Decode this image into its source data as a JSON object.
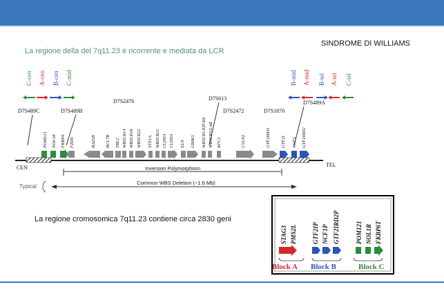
{
  "subtitle": "La regione della del 7q11.23 è ricorrente e mediata da LCR",
  "title": "SINDROME DI WILLIAMS",
  "caption": "La regione cromosomica 7q11.23 contiene circa 2830 geni",
  "lcr_left": [
    {
      "label": "C-cen",
      "color": "#2e8b3a"
    },
    {
      "label": "A-cen",
      "color": "#d42a2a"
    },
    {
      "label": "B-cen",
      "color": "#2b54b8"
    },
    {
      "label": "C-mid",
      "color": "#2e8b3a"
    }
  ],
  "lcr_right": [
    {
      "label": "B-mid",
      "color": "#2b54b8"
    },
    {
      "label": "A-mid",
      "color": "#d42a2a"
    },
    {
      "label": "B-tel",
      "color": "#2b54b8"
    },
    {
      "label": "A-tel",
      "color": "#d42a2a"
    },
    {
      "label": "C-tel",
      "color": "#2e8b3a"
    }
  ],
  "markers": [
    "D7S489C",
    "D7S489B",
    "D7S2476",
    "D7S613",
    "D7S2472",
    "D7S1870",
    "D7S489A"
  ],
  "genes": [
    "POM121",
    "NOL1R",
    "FKBP6",
    "FZD9",
    "BAZ1B",
    "BCL7B",
    "TBL2",
    "WBSCR14",
    "WBSCR18",
    "WBSCR22",
    "STX1A",
    "WBSCR21",
    "CLDN3",
    "CLDN4",
    "ELN",
    "LIMK1",
    "WBSCR1/EIF4H",
    "WBSCR5/LAB",
    "RFC2",
    "CYLN2",
    "GTF2IRD1",
    "GTF2I",
    "NCF1",
    "GTF2IRD2"
  ],
  "axis": {
    "cen": "CEN",
    "tel": "TEL"
  },
  "inversion_label": "Inversion Polymorphism",
  "deletion_label": "Common WBS Deletion (~1.6 Mb)",
  "typical_label": "Typical",
  "legend": {
    "blocks": [
      {
        "name": "Block A",
        "genes": [
          "STAG3",
          "PMS2L"
        ],
        "color": "#d42a2a"
      },
      {
        "name": "Block B",
        "genes": [
          "GTF2IP",
          "NCF1P",
          "GTF2IRD2P"
        ],
        "color": "#2b54b8"
      },
      {
        "name": "Block C",
        "genes": [
          "POM121",
          "NOL1R",
          "FKBP6T"
        ],
        "color": "#2e8b3a"
      }
    ]
  }
}
